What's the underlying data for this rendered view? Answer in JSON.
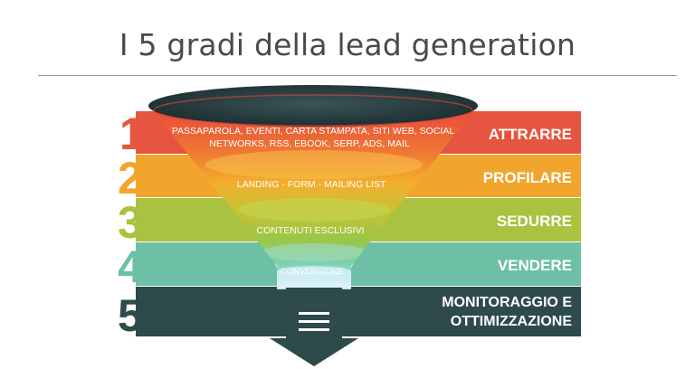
{
  "title": "I 5 gradi della lead generation",
  "colors": {
    "level1": "#e5553f",
    "level2": "#f2a52d",
    "level3": "#a9c23f",
    "level4": "#6dc0a6",
    "level5": "#2f4a4a",
    "funnel_rim": "#1f3436"
  },
  "levels": [
    {
      "number": "1",
      "label": "ATTRARRE",
      "funnel_text": [
        "PASSAPAROLA, EVENTI, CARTA STAMPATA, SITI WEB, SOCIAL",
        "NETWORKS, RSS, EBOOK, SERP, ADS, MAIL"
      ]
    },
    {
      "number": "2",
      "label": "PROFILARE",
      "funnel_text": [
        "LANDING - FORM - MAILING LIST"
      ]
    },
    {
      "number": "3",
      "label": "SEDURRE",
      "funnel_text": [
        "CONTENUTI ESCLUSIVI"
      ]
    },
    {
      "number": "4",
      "label": "VENDERE",
      "funnel_text": [
        "CONVERSIONE"
      ]
    },
    {
      "number": "5",
      "label_lines": [
        "MONITORAGGIO E",
        "OTTIMIZZAZIONE"
      ]
    }
  ],
  "icons": {
    "funnel_output": "down-arrow-icon",
    "menu": "menu-lines-icon"
  }
}
